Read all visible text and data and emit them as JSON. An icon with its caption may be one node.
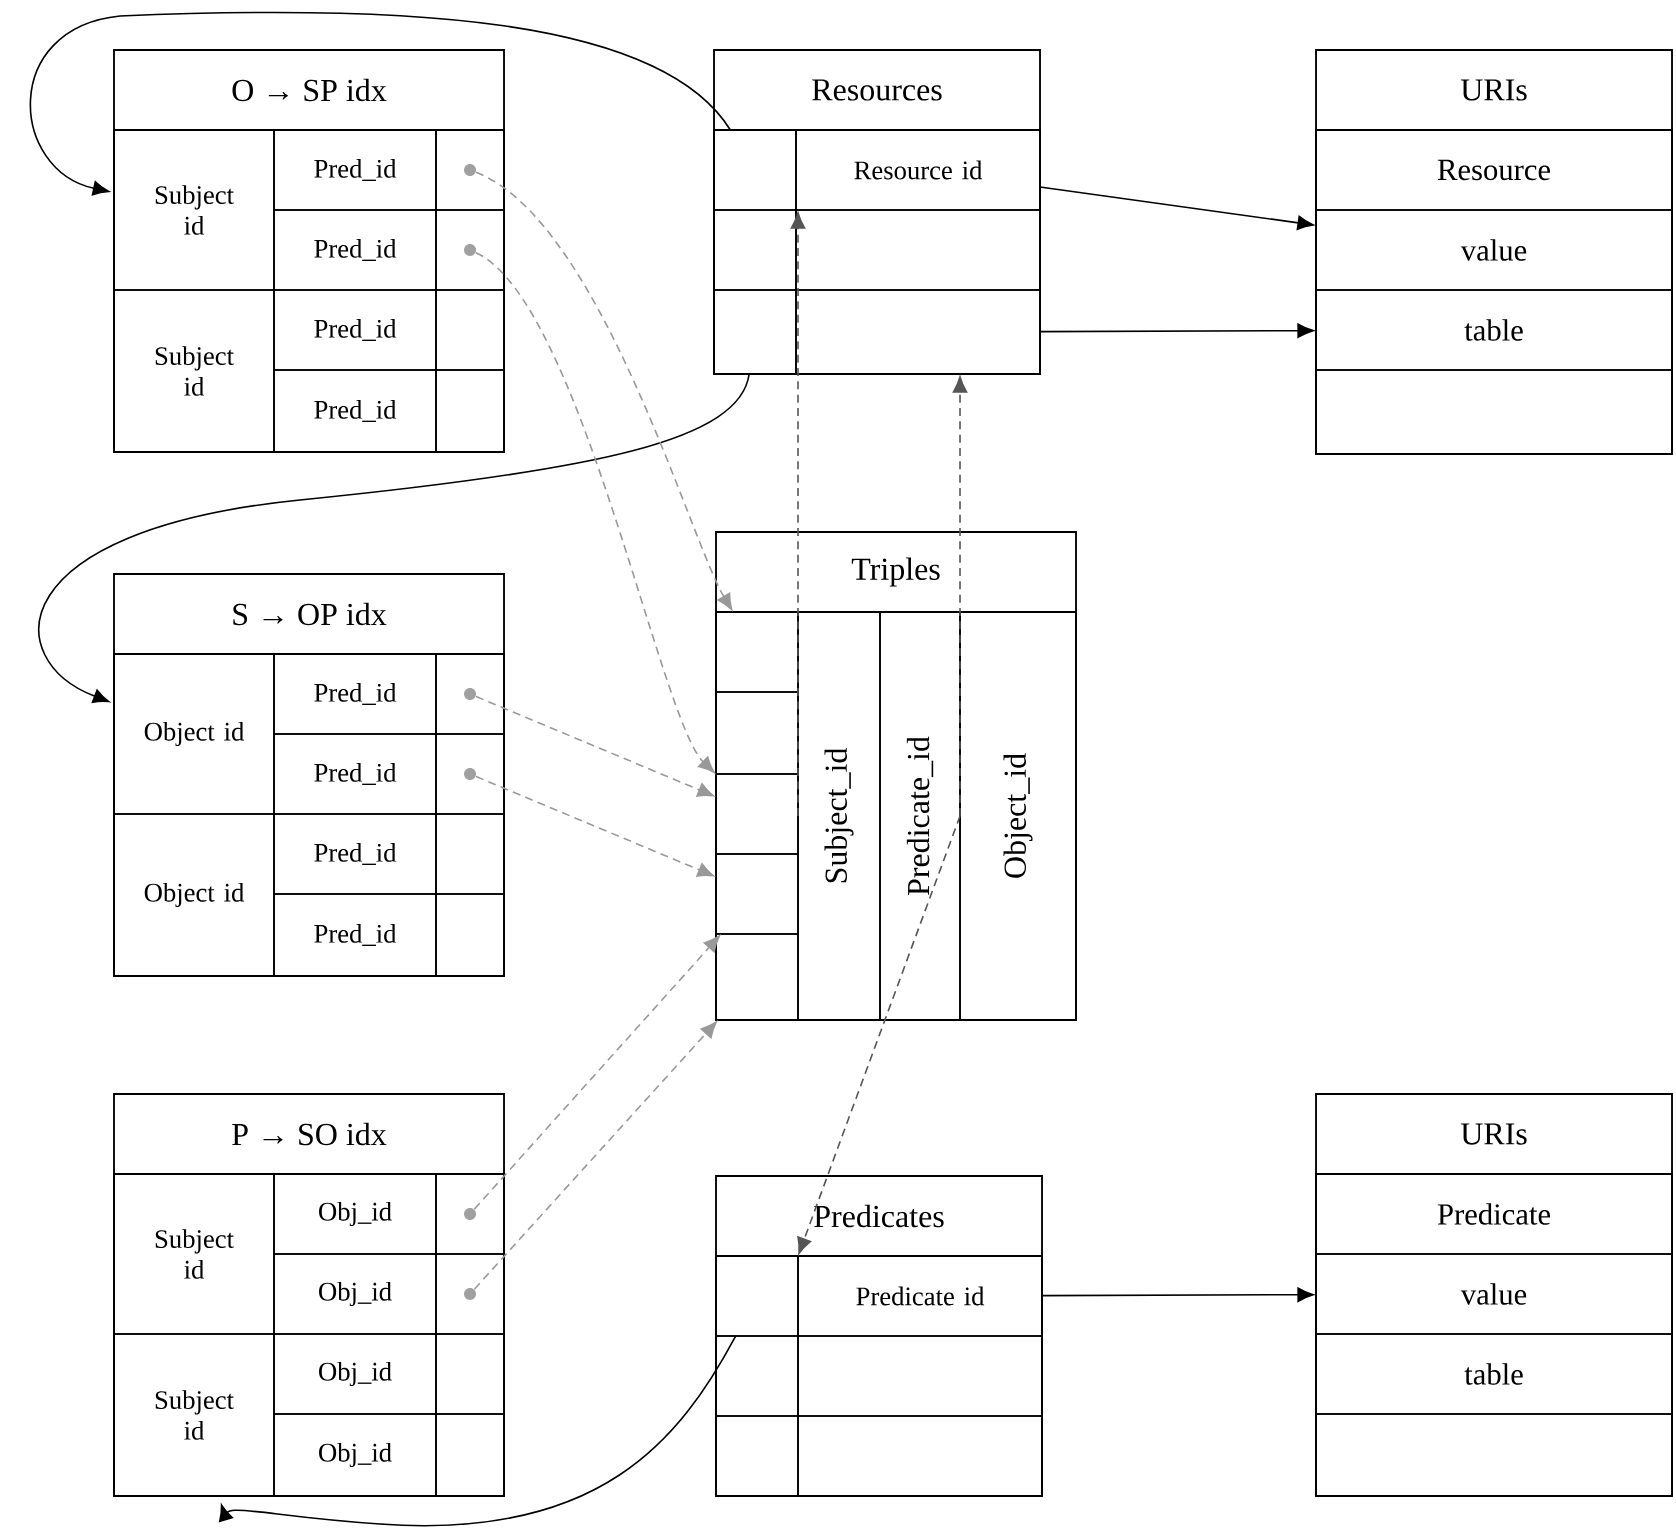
{
  "diagram": {
    "nodes": [
      {
        "text": [
          "O → SP idx"
        ]
      },
      {
        "text": [
          "Subject id"
        ],
        "in": 0
      },
      {
        "text": [
          "Pred_id"
        ],
        "in": 0
      },
      {
        "text": [],
        "shape": "box",
        "in": 0
      },
      {
        "text": [
          "Pred_id"
        ],
        "in": 0
      },
      {
        "text": [],
        "shape": "box",
        "in": 0
      },
      {
        "text": [
          "Subject id"
        ],
        "in": 0
      },
      {
        "text": [
          "Pred_id"
        ],
        "in": 0
      },
      {
        "text": [],
        "shape": "box",
        "in": 0
      },
      {
        "text": [
          "Pred_id"
        ],
        "in": 0
      },
      {
        "text": [],
        "shape": "box",
        "in": 0
      },
      {
        "text": [
          "Resources"
        ]
      },
      {
        "text": [],
        "shape": "box",
        "in": 11
      },
      {
        "text": [
          "Resource id"
        ],
        "in": 11
      },
      {
        "text": [],
        "shape": "box",
        "in": 11
      },
      {
        "text": [],
        "shape": "box",
        "in": 11
      },
      {
        "text": [],
        "shape": "box",
        "in": 11
      },
      {
        "text": [],
        "shape": "box",
        "in": 11
      },
      {
        "text": [
          "URIs"
        ]
      },
      {
        "text": [
          "Resource"
        ],
        "in": 18
      },
      {
        "text": [
          "value"
        ],
        "in": 18
      },
      {
        "text": [
          "table"
        ],
        "in": 18
      },
      {
        "text": [],
        "shape": "box",
        "in": 18
      },
      {
        "text": [
          "S → OP idx"
        ]
      },
      {
        "text": [
          "Object id"
        ],
        "in": 23
      },
      {
        "text": [
          "Pred_id"
        ],
        "in": 23
      },
      {
        "text": [],
        "shape": "box",
        "in": 23
      },
      {
        "text": [
          "Pred_id"
        ],
        "in": 23
      },
      {
        "text": [],
        "shape": "box",
        "in": 23
      },
      {
        "text": [
          "Object id"
        ],
        "in": 23
      },
      {
        "text": [
          "Pred_id"
        ],
        "in": 23
      },
      {
        "text": [],
        "shape": "box",
        "in": 23
      },
      {
        "text": [
          "Pred_id"
        ],
        "in": 23
      },
      {
        "text": [],
        "shape": "box",
        "in": 23
      },
      {
        "text": [
          "Triples"
        ]
      },
      {
        "text": [],
        "shape": "box",
        "in": 34
      },
      {
        "text": [],
        "shape": "box",
        "in": 34
      },
      {
        "text": [],
        "shape": "box",
        "in": 34
      },
      {
        "text": [],
        "shape": "box",
        "in": 34
      },
      {
        "text": [],
        "shape": "box",
        "in": 34
      },
      {
        "text": [
          "Subject_id"
        ],
        "in": 34
      },
      {
        "text": [
          "Predicate_id"
        ],
        "in": 34
      },
      {
        "text": [
          "Object_id"
        ],
        "in": 34
      },
      {
        "text": [
          "P → SO idx"
        ]
      },
      {
        "text": [
          "Subject id"
        ],
        "in": 43
      },
      {
        "text": [
          "Obj_id"
        ],
        "in": 43
      },
      {
        "text": [],
        "shape": "box",
        "in": 43
      },
      {
        "text": [
          "Obj_id"
        ],
        "in": 43
      },
      {
        "text": [],
        "shape": "box",
        "in": 43
      },
      {
        "text": [
          "Subject id"
        ],
        "in": 43
      },
      {
        "text": [
          "Obj_id"
        ],
        "in": 43
      },
      {
        "text": [],
        "shape": "box",
        "in": 43
      },
      {
        "text": [
          "Obj_id"
        ],
        "in": 43
      },
      {
        "text": [],
        "shape": "box",
        "in": 43
      },
      {
        "text": [
          "Predicates"
        ]
      },
      {
        "text": [],
        "shape": "box",
        "in": 54
      },
      {
        "text": [
          "Predicate id"
        ],
        "in": 54
      },
      {
        "text": [],
        "shape": "box",
        "in": 54
      },
      {
        "text": [],
        "shape": "box",
        "in": 54
      },
      {
        "text": [],
        "shape": "box",
        "in": 54
      },
      {
        "text": [],
        "shape": "box",
        "in": 54
      },
      {
        "text": [
          "URIs"
        ]
      },
      {
        "text": [
          "Predicate"
        ],
        "in": 61
      },
      {
        "text": [
          "value"
        ],
        "in": 61
      },
      {
        "text": [
          "table"
        ],
        "in": 61
      },
      {
        "text": [],
        "shape": "box",
        "in": 61
      },
      {
        "text": [],
        "shape": "circle",
        "in": 3
      },
      {
        "text": [],
        "shape": "circle",
        "in": 5
      },
      {
        "text": [],
        "shape": "circle",
        "in": 26
      },
      {
        "text": [],
        "shape": "circle",
        "in": 28
      },
      {
        "text": [],
        "shape": "circle",
        "in": 46
      },
      {
        "text": [],
        "shape": "circle",
        "in": 48
      }
    ],
    "edges": [
      {
        "from": 12,
        "to": 1,
        "arrow": "to"
      },
      {
        "from": 16,
        "to": 24,
        "arrow": "to"
      },
      {
        "from": 55,
        "to": 49,
        "arrow": "to"
      },
      {
        "from": 13,
        "to": 20,
        "arrow": "to"
      },
      {
        "from": 17,
        "to": 21,
        "arrow": "to"
      },
      {
        "from": 56,
        "to": 63,
        "arrow": "to"
      },
      {
        "from": 40,
        "to": 13,
        "arrow": "to",
        "style": "dashed",
        "color": "#555555"
      },
      {
        "from": 42,
        "to": 17,
        "arrow": "to",
        "style": "dashed",
        "color": "#555555"
      },
      {
        "from": 41,
        "to": 56,
        "arrow": "to",
        "style": "dashed",
        "color": "#555555"
      },
      {
        "from": 66,
        "to": 35,
        "arrow": "to",
        "style": "dashed",
        "color": "#999999"
      },
      {
        "from": 67,
        "to": 37,
        "arrow": "to",
        "style": "dashed",
        "color": "#999999"
      },
      {
        "from": 68,
        "to": 37,
        "arrow": "to",
        "style": "dashed",
        "color": "#999999"
      },
      {
        "from": 69,
        "to": 38,
        "arrow": "to",
        "style": "dashed",
        "color": "#999999"
      },
      {
        "from": 70,
        "to": 38,
        "arrow": "to",
        "style": "dashed",
        "color": "#999999"
      },
      {
        "from": 71,
        "to": 39,
        "arrow": "to",
        "style": "dashed",
        "color": "#999999"
      }
    ]
  }
}
